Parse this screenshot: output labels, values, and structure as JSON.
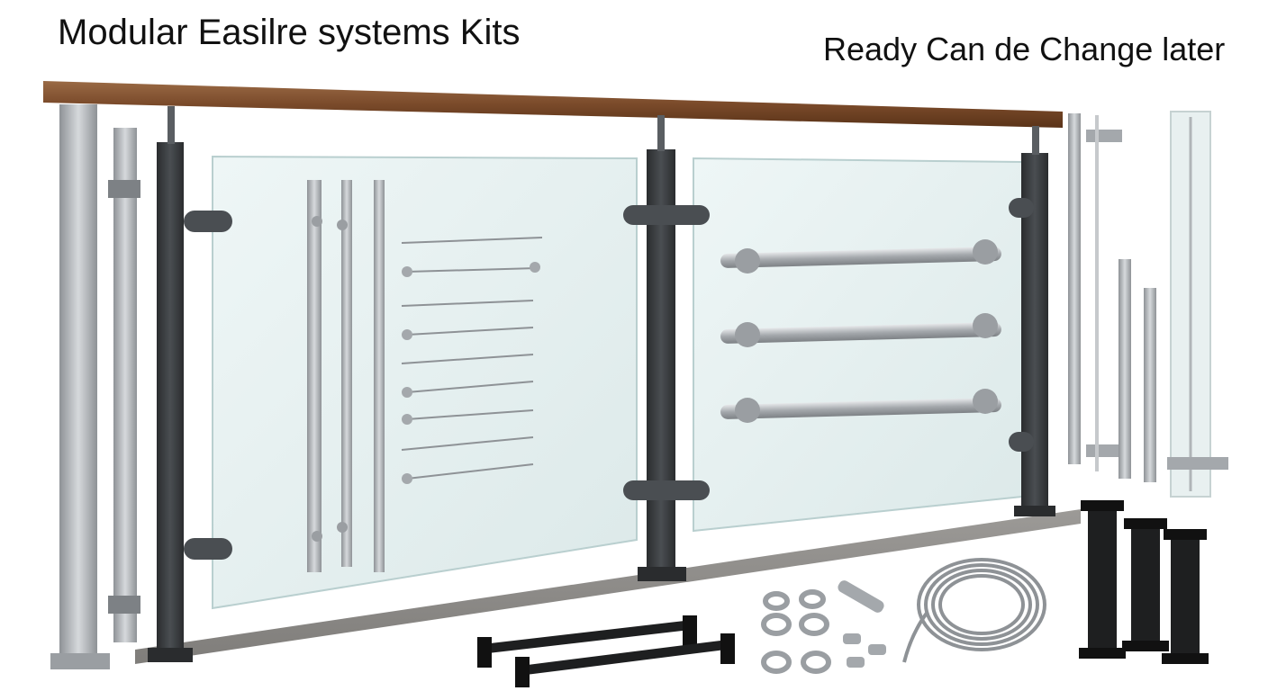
{
  "heading": {
    "left": "Modular Easilre systems Kits",
    "right": "Ready Can de Change later"
  },
  "colors": {
    "background": "#ffffff",
    "text": "#111111",
    "handrail_wood": "#7a4a2a",
    "post_dark": "#3a3d40",
    "post_silver": "#a9adb1",
    "glass": "#e6f1f1",
    "glass_edge": "#b9cfcf",
    "concrete": "#8d8b88",
    "steel": "#b7babd"
  },
  "icons": {
    "handrail": "wooden-handrail",
    "posts": "square-post",
    "glass_panels": "glass-panel",
    "clamps": "glass-clamp",
    "bars": "steel-bar",
    "rings": "split-ring",
    "cable": "coiled-steel-cable",
    "bases": "post-base-mount"
  }
}
